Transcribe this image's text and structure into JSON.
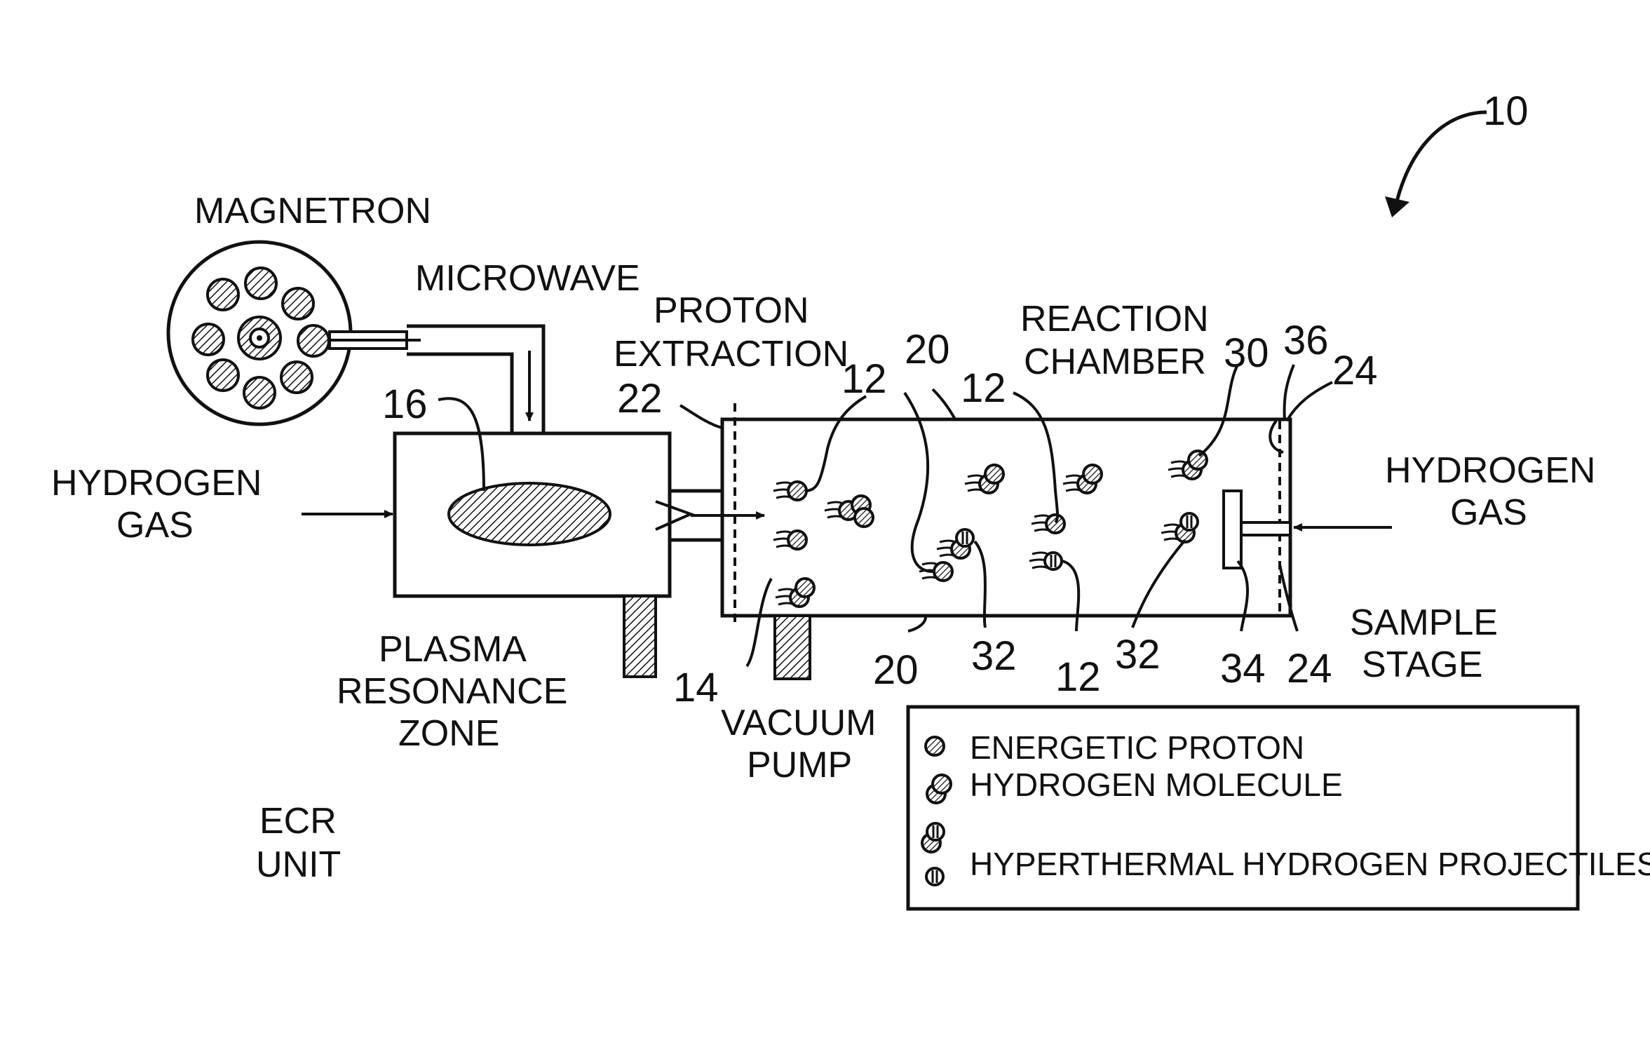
{
  "figure_number": "10",
  "labels": {
    "magnetron": "MAGNETRON",
    "microwave": "MICROWAVE",
    "hydrogen_gas_left_1": "HYDROGEN",
    "hydrogen_gas_left_2": "GAS",
    "proton_extraction_1": "PROTON",
    "proton_extraction_2": "EXTRACTION",
    "reaction_chamber_1": "REACTION",
    "reaction_chamber_2": "CHAMBER",
    "hydrogen_gas_right_1": "HYDROGEN",
    "hydrogen_gas_right_2": "GAS",
    "plasma_1": "PLASMA",
    "plasma_2": "RESONANCE",
    "plasma_3": "ZONE",
    "vacuum_1": "VACUUM",
    "vacuum_2": "PUMP",
    "sample_stage_1": "SAMPLE",
    "sample_stage_2": "STAGE",
    "ecr_1": "ECR",
    "ecr_2": "UNIT"
  },
  "reference_numerals": {
    "n16": "16",
    "n22": "22",
    "n20_top": "20",
    "n12_a": "12",
    "n12_b": "12",
    "n30": "30",
    "n36": "36",
    "n24_top": "24",
    "n14": "14",
    "n20_bottom": "20",
    "n32_a": "32",
    "n12_c": "12",
    "n32_b": "32",
    "n34": "34",
    "n24_bottom": "24"
  },
  "legend": {
    "energetic_proton": "ENERGETIC PROTON",
    "hydrogen_molecule": "HYDROGEN MOLECULE",
    "hyperthermal": "HYPERTHERMAL HYDROGEN PROJECTILES"
  }
}
